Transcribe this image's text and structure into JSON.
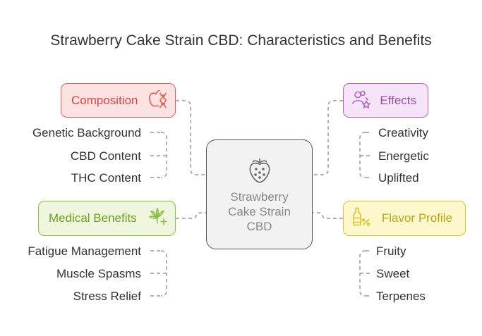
{
  "title": "Strawberry Cake Strain CBD: Characteristics and Benefits",
  "center": {
    "lines": [
      "Strawberry",
      "Cake Strain",
      "CBD"
    ],
    "icon": "strawberry-icon"
  },
  "branches": {
    "composition": {
      "label": "Composition",
      "icon": "apple-dna-icon",
      "color": "#e35d5d",
      "items": [
        "Genetic Background",
        "CBD Content",
        "THC Content"
      ]
    },
    "effects": {
      "label": "Effects",
      "icon": "people-star-icon",
      "color": "#b163c7",
      "items": [
        "Creativity",
        "Energetic",
        "Uplifted"
      ]
    },
    "medical": {
      "label": "Medical Benefits",
      "icon": "cannabis-leaf-plus-icon",
      "color": "#8cbf3e",
      "items": [
        "Fatigue Management",
        "Muscle Spasms",
        "Stress Relief"
      ]
    },
    "flavor": {
      "label": "Flavor Profile",
      "icon": "bottle-percent-icon",
      "color": "#d7c52c",
      "items": [
        "Fruity",
        "Sweet",
        "Terpenes"
      ]
    }
  }
}
